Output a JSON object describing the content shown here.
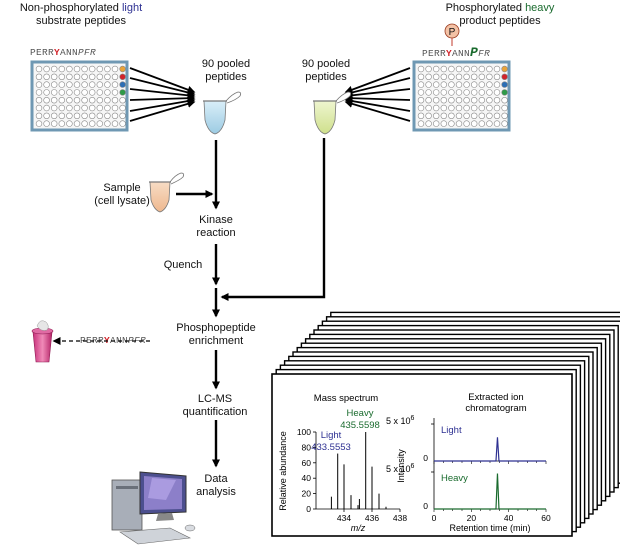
{
  "left_plate": {
    "title_line1_prefix": "Non-phosphorylated ",
    "title_line1_highlight": "light",
    "title_line2": "substrate peptides",
    "seq_prefix": "PERR",
    "seq_y": "Y",
    "seq_mid": "ANN",
    "seq_suffix": "PFR"
  },
  "right_plate": {
    "title_line1_prefix": "Phosphorylated ",
    "title_line1_highlight": "heavy",
    "title_line2": "product peptides",
    "phospho_symbol": "P",
    "seq_prefix": "PERR",
    "seq_y": "Y",
    "seq_mid": "ANN",
    "seq_heavy": "P",
    "seq_suffix": "FR"
  },
  "pool_left": {
    "line1": "90 pooled",
    "line2": "peptides"
  },
  "pool_right": {
    "line1": "90 pooled",
    "line2": "peptides"
  },
  "sample": {
    "line1": "Sample",
    "line2": "(cell lysate)"
  },
  "steps": {
    "kinase_line1": "Kinase",
    "kinase_line2": "reaction",
    "quench": "Quench",
    "enrich_line1": "Phosphopeptide",
    "enrich_line2": "enrichment",
    "lcms_line1": "LC-MS",
    "lcms_line2": "quantification",
    "data_line1": "Data",
    "data_line2": "analysis"
  },
  "waste": {
    "seq_prefix": "PERR",
    "seq_y": "Y",
    "seq_mid": "ANN",
    "seq_suffix": "PFR"
  },
  "colors": {
    "light": "#2e3192",
    "heavy": "#1a6b2e",
    "pTyr": "#d2232a",
    "plate_border": "#6f98b3"
  },
  "plate_dots": [
    "#e8a33a",
    "#d2232a",
    "#2c6fb5",
    "#2e9a48"
  ],
  "chart_data": [
    {
      "type": "bar",
      "title": "Mass spectrum",
      "xlabel": "m/z",
      "ylabel": "Relative abundance",
      "xlim": [
        432,
        438
      ],
      "ylim": [
        0,
        100
      ],
      "xticks": [
        "434",
        "436",
        "438"
      ],
      "yticks": [
        "0",
        "20",
        "40",
        "60",
        "80",
        "100"
      ],
      "peaks": [
        {
          "x": 433.1,
          "y": 16
        },
        {
          "x": 433.55,
          "y": 72
        },
        {
          "x": 434.0,
          "y": 58
        },
        {
          "x": 434.5,
          "y": 18
        },
        {
          "x": 435.0,
          "y": 5
        },
        {
          "x": 435.1,
          "y": 13
        },
        {
          "x": 435.55,
          "y": 100
        },
        {
          "x": 436.0,
          "y": 55
        },
        {
          "x": 436.5,
          "y": 20
        },
        {
          "x": 437.0,
          "y": 3
        }
      ],
      "annotations": [
        {
          "label": "Light",
          "value": "433.5553",
          "series": "light"
        },
        {
          "label": "Heavy",
          "value": "435.5598",
          "series": "heavy"
        }
      ]
    },
    {
      "type": "line",
      "title": "Extracted ion chromatogram",
      "xlabel": "Retention time (min)",
      "ylabel": "Intensity",
      "xlim": [
        0,
        60
      ],
      "xticks": [
        "0",
        "20",
        "40",
        "60"
      ],
      "y_scale_label": "5 x 10",
      "y_scale_exp": "6",
      "series": [
        {
          "name": "Light",
          "peak_x": 34,
          "peak_y": 3.2,
          "ylim": [
            0,
            5
          ]
        },
        {
          "name": "Heavy",
          "peak_x": 34,
          "peak_y": 4.8,
          "ylim": [
            0,
            5
          ]
        }
      ]
    }
  ]
}
